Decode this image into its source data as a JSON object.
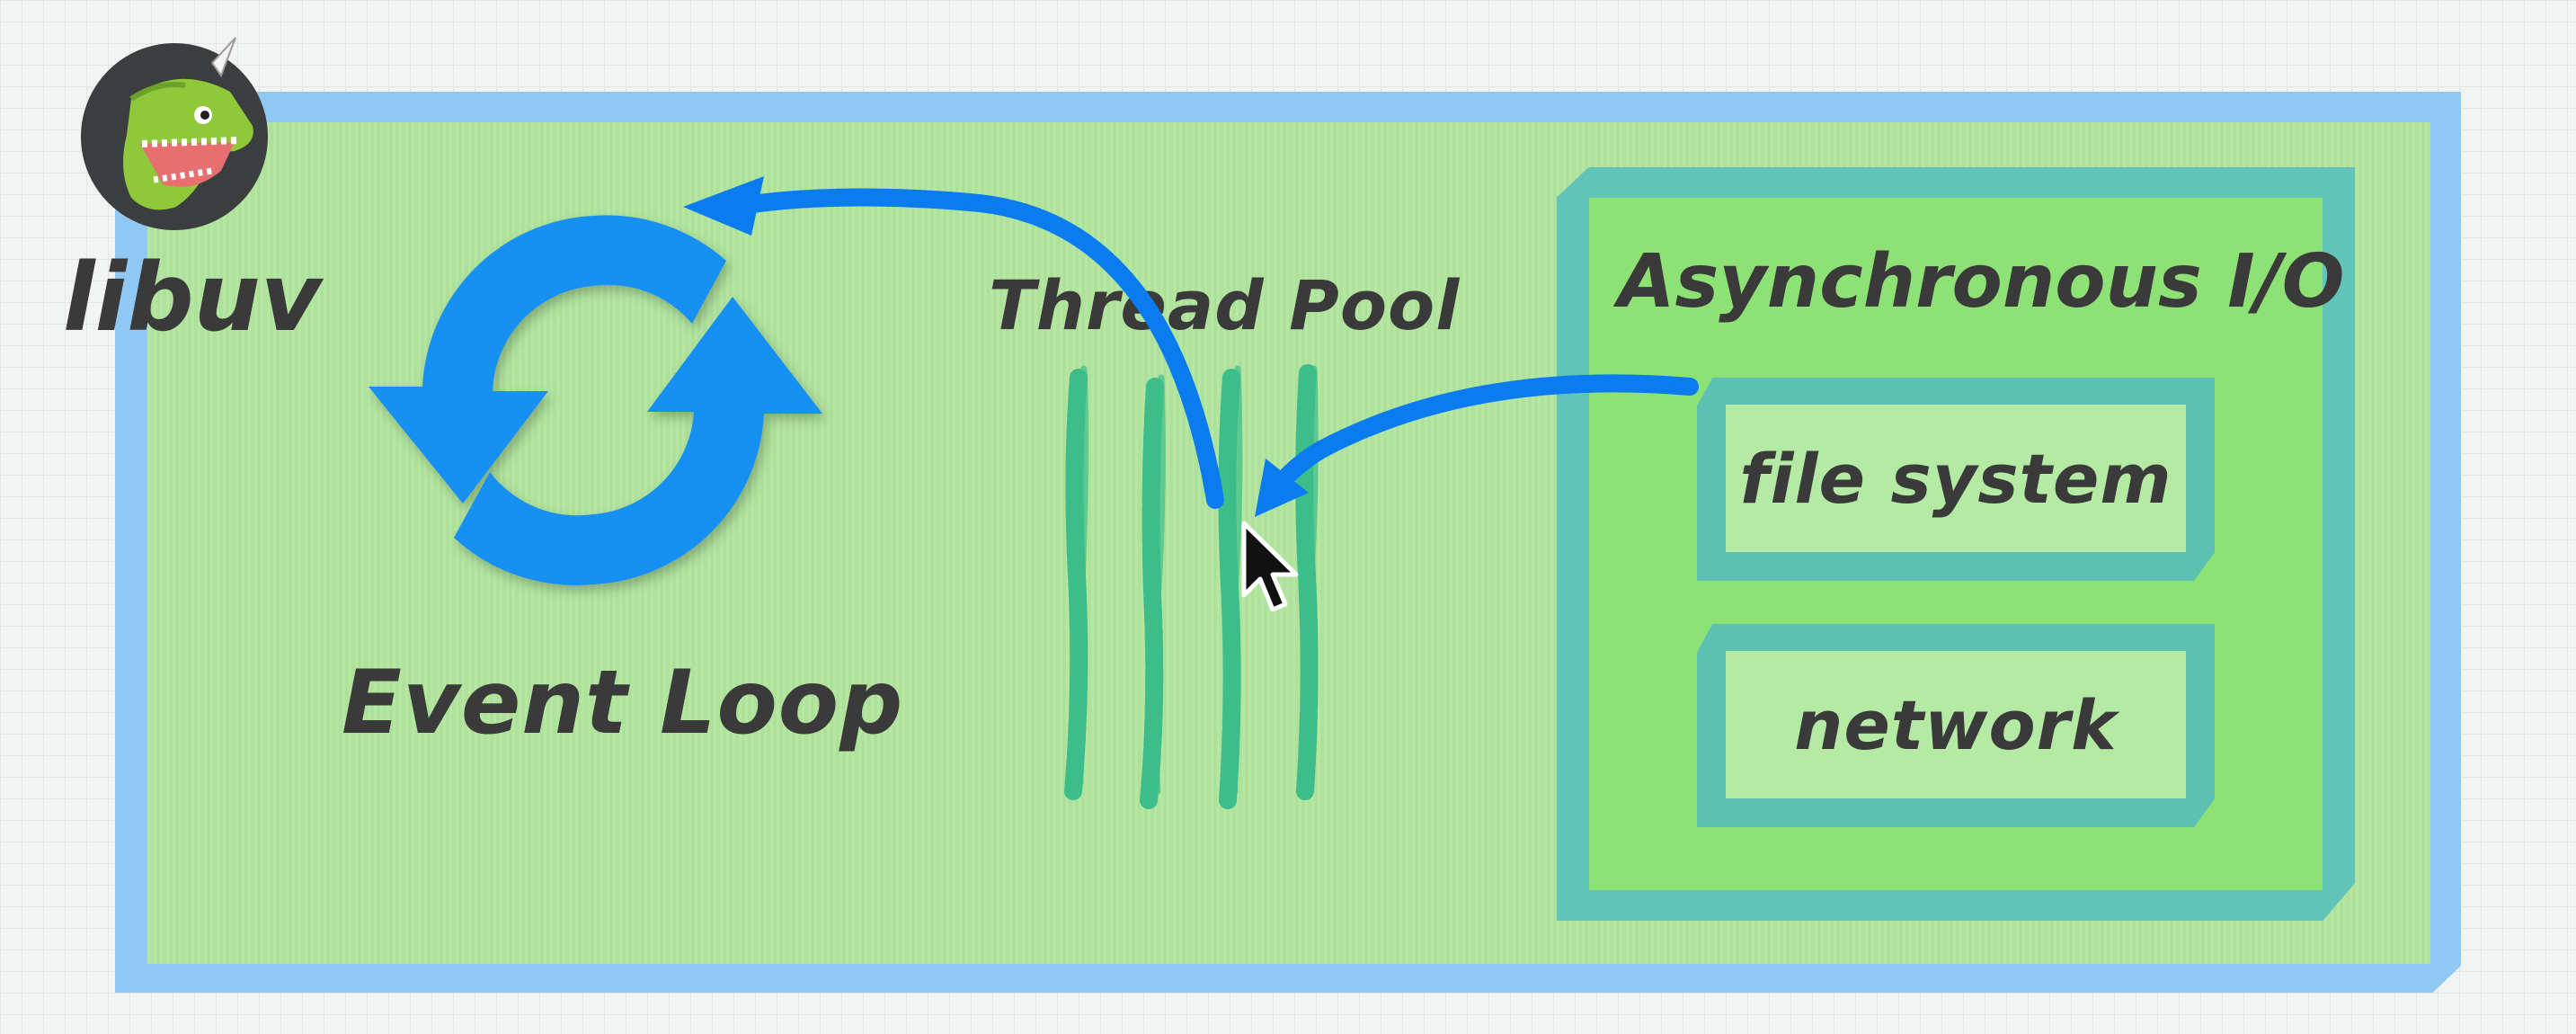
{
  "diagram": {
    "title": "libuv",
    "event_loop": {
      "label": "Event Loop",
      "icon": "refresh-cycle-icon"
    },
    "thread_pool": {
      "label": "Thread Pool",
      "icon": "thread-strands-icon"
    },
    "async_io": {
      "label": "Asynchronous I/O",
      "items": [
        {
          "label": "file system"
        },
        {
          "label": "network"
        }
      ]
    },
    "logo": "dinosaur-unicorn-logo",
    "cursor": "mouse-pointer-icon",
    "colors": {
      "outer_frame": "#90c8f3",
      "inner_background": "#b1e59d",
      "async_frame": "#62c4b9",
      "async_background": "#8ee174",
      "arrow": "#0a7cf0",
      "icon_blue": "#1990f2",
      "thread_green": "#3dbd8a",
      "text": "#3a3a3a"
    }
  }
}
